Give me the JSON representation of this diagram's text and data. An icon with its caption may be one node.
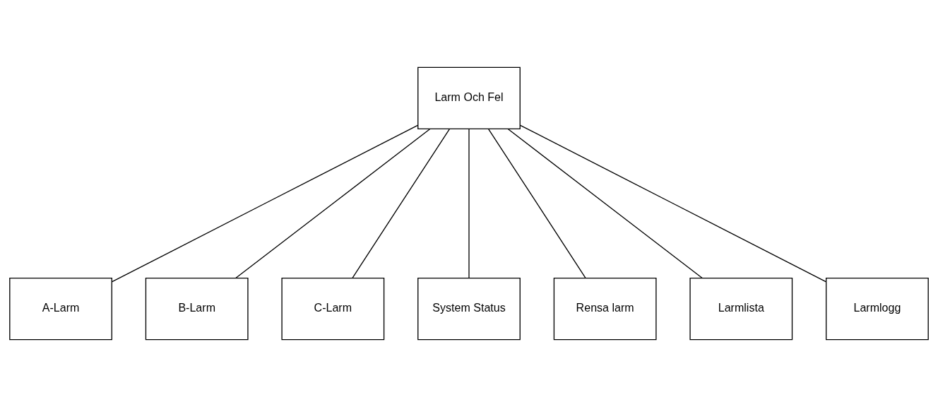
{
  "diagram": {
    "nodes": [
      {
        "text": [
          "Larm Och Fel"
        ]
      },
      {
        "text": [
          "A-Larm"
        ]
      },
      {
        "text": [
          "B-Larm"
        ]
      },
      {
        "text": [
          "C-Larm"
        ]
      },
      {
        "text": [
          "System Status"
        ]
      },
      {
        "text": [
          "Rensa larm"
        ]
      },
      {
        "text": [
          "Larmlista"
        ]
      },
      {
        "text": [
          "Larmlogg"
        ]
      }
    ],
    "edges": [
      {
        "from": 0,
        "to": 1,
        "arrow": "none"
      },
      {
        "from": 0,
        "to": 2,
        "arrow": "none"
      },
      {
        "from": 0,
        "to": 3,
        "arrow": "none"
      },
      {
        "from": 0,
        "to": 4,
        "arrow": "none"
      },
      {
        "from": 0,
        "to": 5,
        "arrow": "none"
      },
      {
        "from": 0,
        "to": 6,
        "arrow": "none"
      },
      {
        "from": 0,
        "to": 7,
        "arrow": "none"
      }
    ]
  }
}
